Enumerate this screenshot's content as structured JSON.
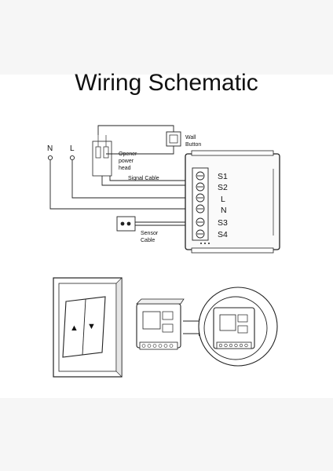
{
  "title": "Wiring Schematic",
  "supply": {
    "neutral": "N",
    "live": "L"
  },
  "labels": {
    "opener_power_head": [
      "Opener",
      "power",
      "head"
    ],
    "wall_button": [
      "Wall",
      "Button"
    ],
    "signal_cable": "Signal Cable",
    "sensor_cable": [
      "Sensor",
      "Cable"
    ]
  },
  "terminals": [
    "S1",
    "S2",
    "L",
    "N",
    "S3",
    "S4"
  ],
  "switch_arrows": {
    "up": "▲",
    "down": "▼"
  },
  "colors": {
    "line": "#222222",
    "background": "#ffffff",
    "band": "#f6f6f6",
    "module_fill": "#fafafa"
  }
}
